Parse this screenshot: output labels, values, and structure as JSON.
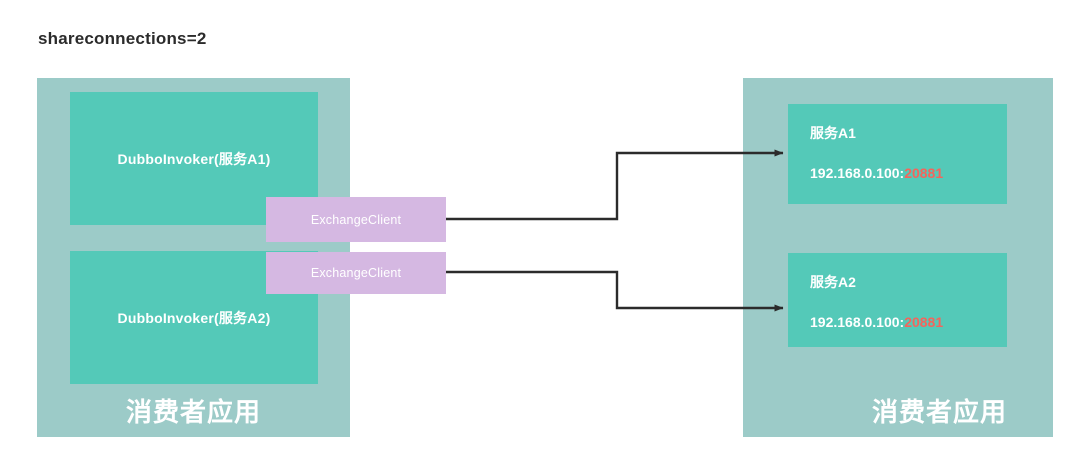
{
  "title": "shareconnections=2",
  "colors": {
    "container": "#9ccbc8",
    "node": "#54c9b8",
    "exchange_client": "#d5b8e2",
    "port_highlight": "#f4655c",
    "connector": "#2b2b2b",
    "background": "#ffffff"
  },
  "consumer": {
    "label": "消费者应用",
    "invokers": [
      {
        "label": "DubboInvoker(服务A1)"
      },
      {
        "label": "DubboInvoker(服务A2)"
      }
    ],
    "exchange_clients": [
      {
        "label": "ExchangeClient"
      },
      {
        "label": "ExchangeClient"
      }
    ]
  },
  "provider": {
    "label": "消费者应用",
    "services": [
      {
        "name": "服务A1",
        "host": "192.168.0.100:",
        "port": "20881"
      },
      {
        "name": "服务A2",
        "host": "192.168.0.100:",
        "port": "20881"
      }
    ]
  },
  "connections": [
    {
      "from": "ExchangeClient",
      "to": "服务A1"
    },
    {
      "from": "ExchangeClient",
      "to": "服务A2"
    }
  ]
}
